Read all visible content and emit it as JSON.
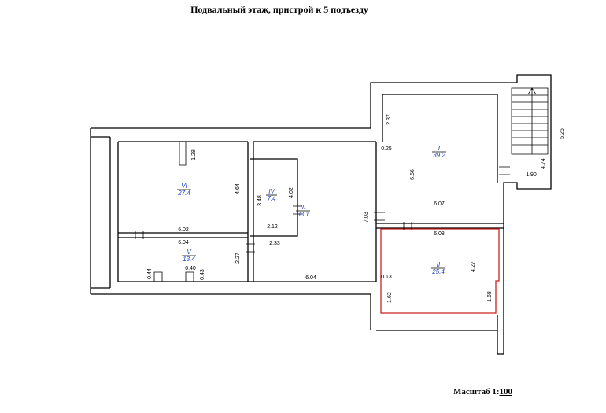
{
  "title": "Подвальный этаж, пристрой к 5 подъезду",
  "scale": {
    "label": "Масштаб 1:",
    "value": "100"
  },
  "rooms": [
    {
      "number": "I",
      "area": "39.2"
    },
    {
      "number": "II",
      "area": "25.4"
    },
    {
      "number": "III",
      "area": "33.1"
    },
    {
      "number": "IV",
      "area": "7.4"
    },
    {
      "number": "V",
      "area": "13.4"
    },
    {
      "number": "VI",
      "area": "27.4"
    }
  ],
  "dimensions": {
    "d_2_37": "2.37",
    "d_0_25": "0.25",
    "d_6_56": "6.56",
    "d_6_07": "6.07",
    "d_1_90": "1.90",
    "d_4_74": "4.74",
    "d_5_25": "5.25",
    "d_7_03": "7.03",
    "d_6_08": "6.08",
    "d_4_27": "4.27",
    "d_1_62": "1.62",
    "d_1_68": "1.68",
    "d_0_13": "0.13",
    "d_6_04_bottom": "6.04",
    "d_2_33": "2.33",
    "d_2_12": "2.12",
    "d_3_48": "3.48",
    "d_4_02": "4.02",
    "d_1_28": "1.28",
    "d_4_64": "4.64",
    "d_6_02": "6.02",
    "d_6_04": "6.04",
    "d_2_27": "2.27",
    "d_0_44": "0.44",
    "d_0_40": "0.40",
    "d_0_43": "0.43"
  },
  "highlight_color": "#cc2222",
  "room_label_color": "#1f3fbf"
}
